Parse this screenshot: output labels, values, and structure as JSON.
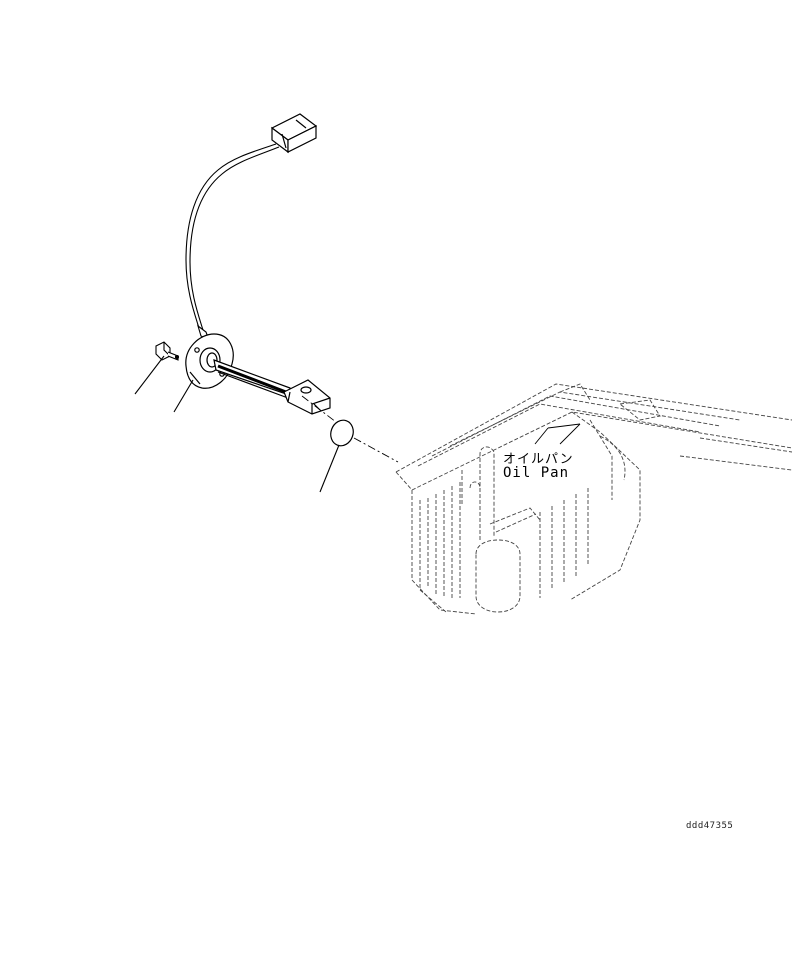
{
  "labels": {
    "oil_pan_jp": "オイルパン",
    "oil_pan_en": "Oil Pan"
  },
  "figure_code": "ddd47355",
  "colors": {
    "line": "#000000",
    "background": "#ffffff"
  }
}
